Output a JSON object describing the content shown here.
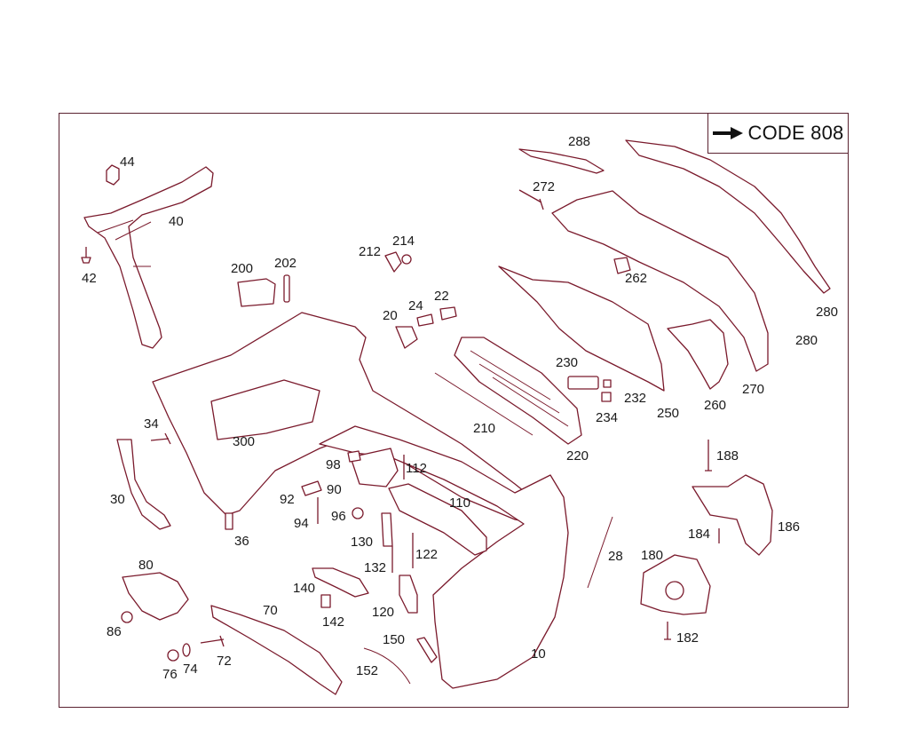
{
  "header": {
    "code_label": "CODE 808",
    "code_icon": "right-arrow-icon"
  },
  "colors": {
    "line": "#7a1a2c",
    "frame": "#5a2230",
    "text": "#1a1a1a"
  },
  "callouts": [
    {
      "id": "c10",
      "label": "10"
    },
    {
      "id": "c20",
      "label": "20"
    },
    {
      "id": "c22",
      "label": "22"
    },
    {
      "id": "c24",
      "label": "24"
    },
    {
      "id": "c28",
      "label": "28"
    },
    {
      "id": "c30",
      "label": "30"
    },
    {
      "id": "c34",
      "label": "34"
    },
    {
      "id": "c36",
      "label": "36"
    },
    {
      "id": "c40",
      "label": "40"
    },
    {
      "id": "c42",
      "label": "42"
    },
    {
      "id": "c44",
      "label": "44"
    },
    {
      "id": "c70",
      "label": "70"
    },
    {
      "id": "c72",
      "label": "72"
    },
    {
      "id": "c74",
      "label": "74"
    },
    {
      "id": "c76",
      "label": "76"
    },
    {
      "id": "c80",
      "label": "80"
    },
    {
      "id": "c86",
      "label": "86"
    },
    {
      "id": "c90",
      "label": "90"
    },
    {
      "id": "c92",
      "label": "92"
    },
    {
      "id": "c94",
      "label": "94"
    },
    {
      "id": "c96",
      "label": "96"
    },
    {
      "id": "c98",
      "label": "98"
    },
    {
      "id": "c110",
      "label": "110"
    },
    {
      "id": "c112",
      "label": "112"
    },
    {
      "id": "c120",
      "label": "120"
    },
    {
      "id": "c122",
      "label": "122"
    },
    {
      "id": "c130",
      "label": "130"
    },
    {
      "id": "c132",
      "label": "132"
    },
    {
      "id": "c140",
      "label": "140"
    },
    {
      "id": "c142",
      "label": "142"
    },
    {
      "id": "c150",
      "label": "150"
    },
    {
      "id": "c152",
      "label": "152"
    },
    {
      "id": "c180",
      "label": "180"
    },
    {
      "id": "c182",
      "label": "182"
    },
    {
      "id": "c184",
      "label": "184"
    },
    {
      "id": "c186",
      "label": "186"
    },
    {
      "id": "c188",
      "label": "188"
    },
    {
      "id": "c200",
      "label": "200"
    },
    {
      "id": "c202",
      "label": "202"
    },
    {
      "id": "c210",
      "label": "210"
    },
    {
      "id": "c212",
      "label": "212"
    },
    {
      "id": "c214",
      "label": "214"
    },
    {
      "id": "c220",
      "label": "220"
    },
    {
      "id": "c230",
      "label": "230"
    },
    {
      "id": "c232",
      "label": "232"
    },
    {
      "id": "c234",
      "label": "234"
    },
    {
      "id": "c250",
      "label": "250"
    },
    {
      "id": "c260",
      "label": "260"
    },
    {
      "id": "c262",
      "label": "262"
    },
    {
      "id": "c270",
      "label": "270"
    },
    {
      "id": "c272",
      "label": "272"
    },
    {
      "id": "c280a",
      "label": "280"
    },
    {
      "id": "c280b",
      "label": "280"
    },
    {
      "id": "c288",
      "label": "288"
    },
    {
      "id": "c300",
      "label": "300"
    }
  ]
}
